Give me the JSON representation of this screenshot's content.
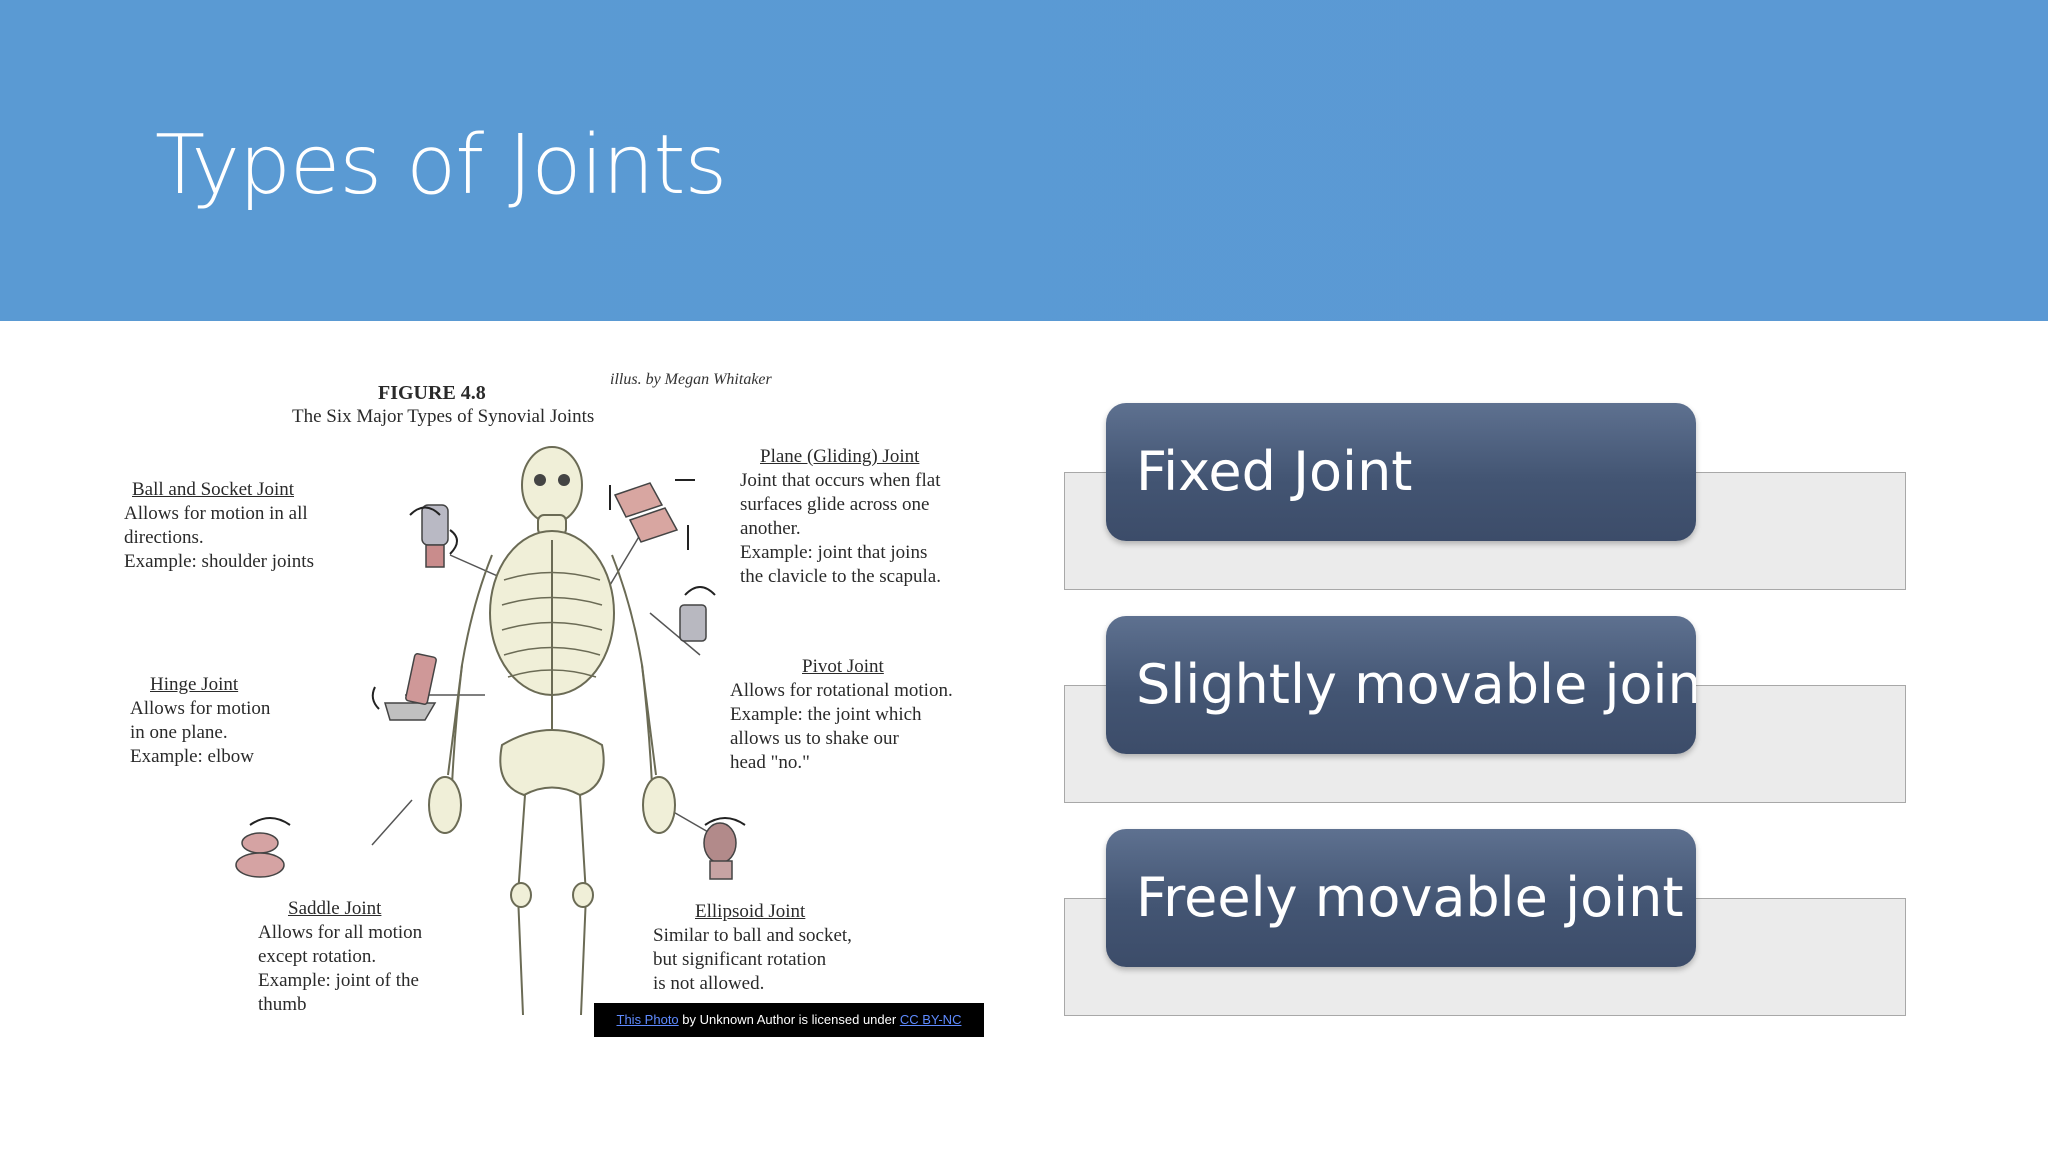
{
  "slide": {
    "title": "Types of Joints"
  },
  "figure": {
    "title": "FIGURE 4.8",
    "subtitle": "The Six Major Types of Synovial Joints",
    "illustrator": "illus. by Megan Whitaker",
    "joints": [
      {
        "name": "Ball and Socket Joint",
        "lines": [
          "Allows for motion in all",
          "directions.",
          "Example: shoulder joints"
        ]
      },
      {
        "name": "Plane (Gliding) Joint",
        "lines": [
          "Joint that occurs when flat",
          "surfaces glide across one",
          "another.",
          "Example: joint that joins",
          "the clavicle to the scapula."
        ]
      },
      {
        "name": "Hinge Joint",
        "lines": [
          "Allows for motion",
          "in one plane.",
          "Example: elbow"
        ]
      },
      {
        "name": "Pivot Joint",
        "lines": [
          "Allows for rotational motion.",
          "Example: the joint which",
          "allows us to shake our",
          "head \"no.\""
        ]
      },
      {
        "name": "Saddle Joint",
        "lines": [
          "Allows for all motion",
          "except rotation.",
          "Example: joint of the",
          "thumb"
        ]
      },
      {
        "name": "Ellipsoid Joint",
        "lines": [
          "Similar to ball and socket,",
          "but significant rotation",
          "is not allowed."
        ]
      }
    ],
    "credit": {
      "link1": "This Photo",
      "middle": " by Unknown Author is licensed under ",
      "link2": "CC BY-NC"
    }
  },
  "joint_types": [
    {
      "label": "Fixed Joint"
    },
    {
      "label": "Slightly movable joint"
    },
    {
      "label": "Freely movable joint"
    }
  ],
  "colors": {
    "header": "#5b9bd5",
    "pill": "#44546a",
    "row": "#ebebeb"
  }
}
